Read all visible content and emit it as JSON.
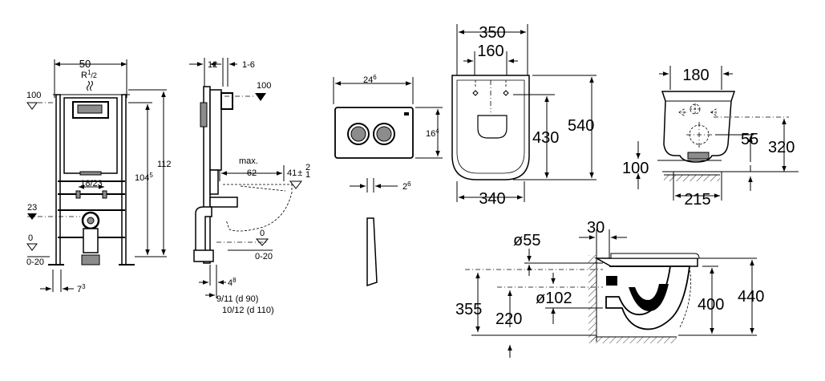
{
  "frame_front": {
    "width": "50",
    "supply": "R",
    "supply_sup": "1",
    "supply_sub": "/2",
    "ref_top": "100",
    "height_total": "112",
    "height_inner": "104",
    "height_inner_sup": "5",
    "spacing": "18/23",
    "ref_drain": "23",
    "ref_floor": "0",
    "floor_range": "0-20",
    "foot": "7",
    "foot_sup": "3"
  },
  "frame_side": {
    "depth": "12",
    "offset": "1-6",
    "ref_top": "100",
    "max_label": "max.",
    "max_value": "62",
    "dim_41": "41",
    "dim_41_tol": "±",
    "dim_41_up": "2",
    "dim_41_down": "1",
    "ref_floor": "0",
    "floor_range": "0-20",
    "dim_4": "4",
    "dim_4_sup": "8",
    "pipe_90": "9/11 (d 90)",
    "pipe_110": "10/12 (d 110)"
  },
  "flush_plate": {
    "width": "24",
    "width_sup": "6",
    "height": "16",
    "height_sup": "4",
    "thickness": "2",
    "thickness_sup": "6"
  },
  "bowl_top": {
    "width_outer": "350",
    "width_inner": "160",
    "width_bottom": "340",
    "length_inner": "430",
    "length_total": "540"
  },
  "bowl_front": {
    "width_top": "180",
    "height_55": "55",
    "height_320": "320",
    "height_100": "100",
    "width_bottom": "215"
  },
  "bowl_side": {
    "dim_30": "30",
    "dia_55": "ø55",
    "dia_102": "ø102",
    "h_355": "355",
    "h_220": "220",
    "h_400": "400",
    "h_440": "440"
  }
}
